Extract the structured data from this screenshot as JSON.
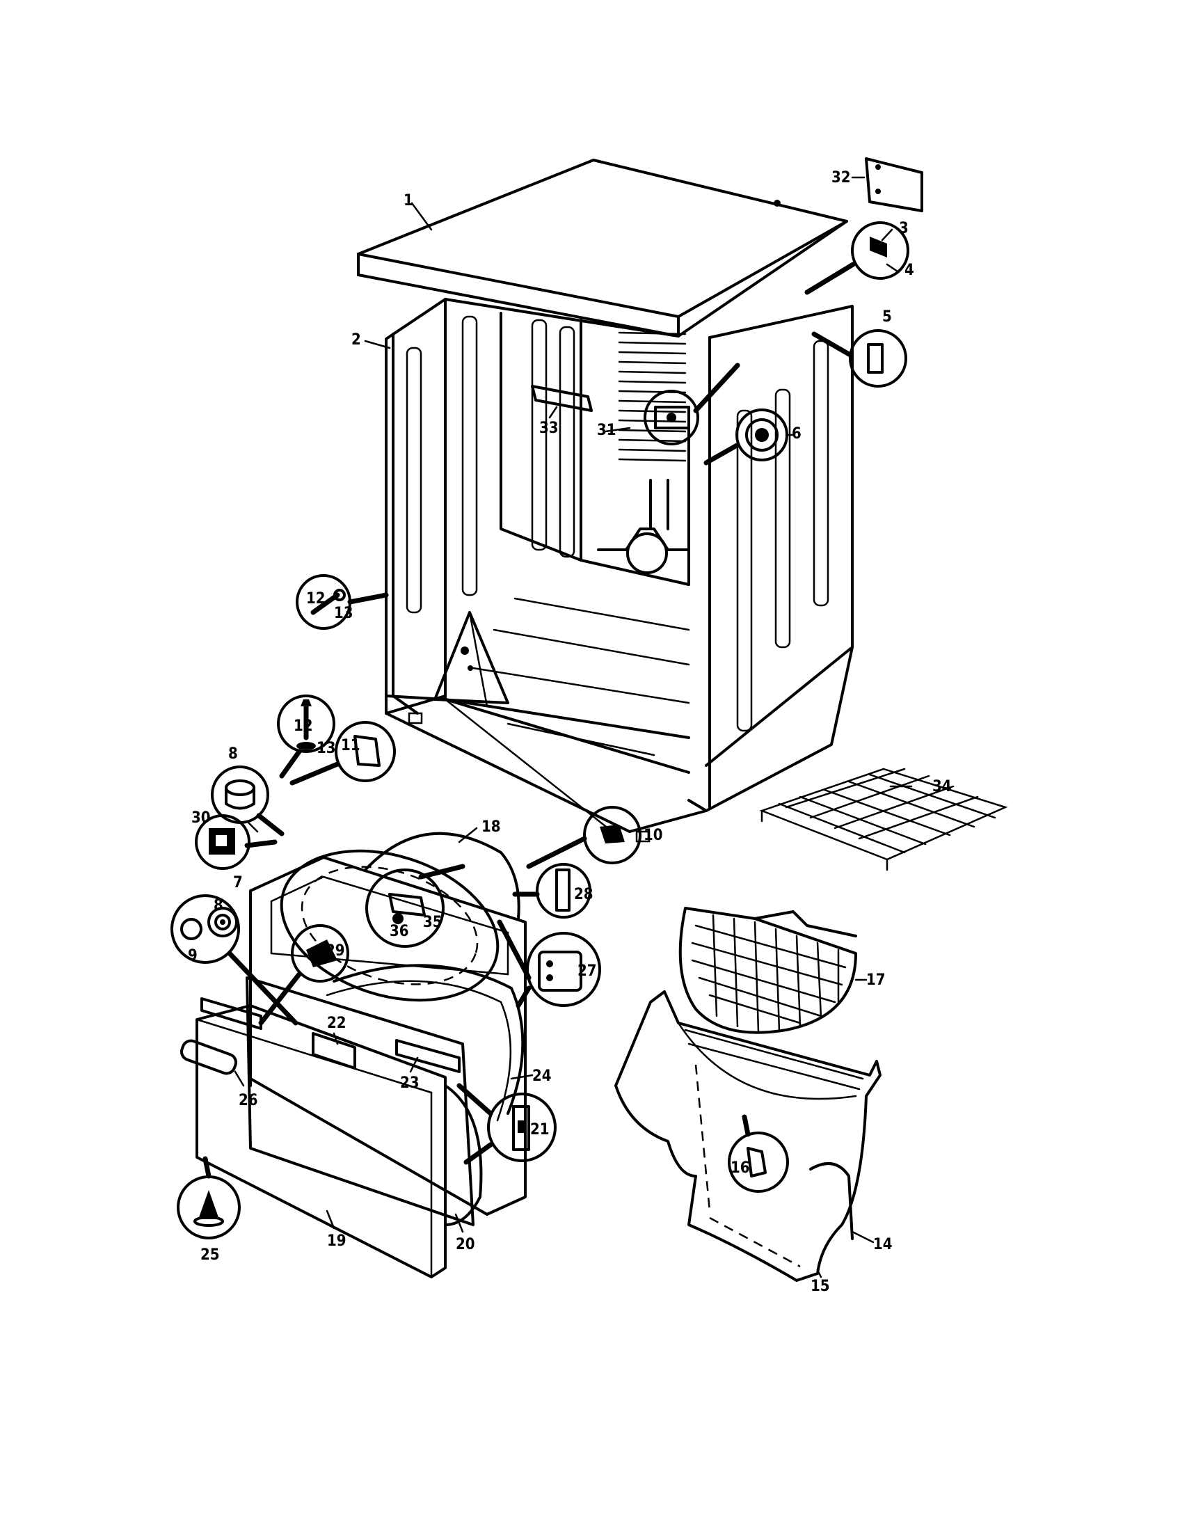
{
  "diagram": {
    "callouts": [
      "1",
      "2",
      "3",
      "4",
      "5",
      "6",
      "7",
      "8",
      "9",
      "10",
      "11",
      "12",
      "13",
      "14",
      "15",
      "16",
      "17",
      "18",
      "19",
      "20",
      "21",
      "22",
      "23",
      "24",
      "25",
      "26",
      "27",
      "28",
      "29",
      "30",
      "31",
      "32",
      "33",
      "34",
      "35",
      "36",
      "12",
      "13",
      "8"
    ]
  }
}
